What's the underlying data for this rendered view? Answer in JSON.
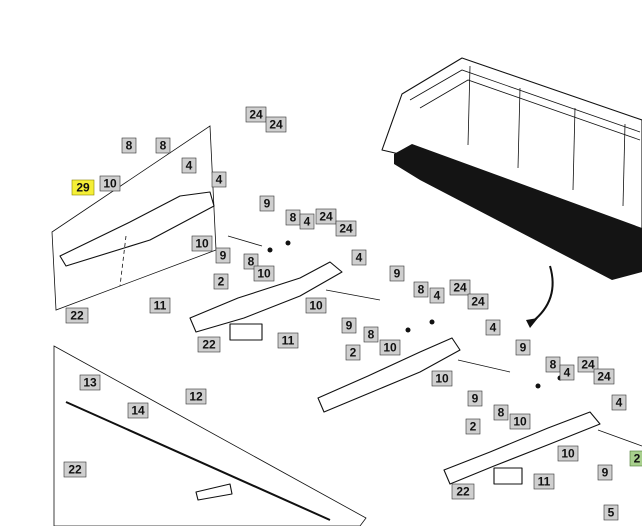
{
  "callouts": [
    {
      "id": "c29",
      "label": "29",
      "style": "hl"
    },
    {
      "id": "c8a",
      "label": "8"
    },
    {
      "id": "c8b",
      "label": "8"
    },
    {
      "id": "c10a",
      "label": "10"
    },
    {
      "id": "c4a",
      "label": "4"
    },
    {
      "id": "c4b",
      "label": "4"
    },
    {
      "id": "c24a",
      "label": "24"
    },
    {
      "id": "c24b",
      "label": "24"
    },
    {
      "id": "c9a",
      "label": "9"
    },
    {
      "id": "c10b",
      "label": "10"
    },
    {
      "id": "c9b",
      "label": "9"
    },
    {
      "id": "c8c",
      "label": "8"
    },
    {
      "id": "c4c",
      "label": "4"
    },
    {
      "id": "c24c",
      "label": "24"
    },
    {
      "id": "c24d",
      "label": "24"
    },
    {
      "id": "c8d",
      "label": "8"
    },
    {
      "id": "c10c",
      "label": "10"
    },
    {
      "id": "c4d",
      "label": "4"
    },
    {
      "id": "c9c",
      "label": "9"
    },
    {
      "id": "c2a",
      "label": "2"
    },
    {
      "id": "c10d",
      "label": "10"
    },
    {
      "id": "c9d",
      "label": "9"
    },
    {
      "id": "c11a",
      "label": "11"
    },
    {
      "id": "c22a",
      "label": "22"
    },
    {
      "id": "c22b",
      "label": "22"
    },
    {
      "id": "c11b",
      "label": "11"
    },
    {
      "id": "c8e",
      "label": "8"
    },
    {
      "id": "c4e",
      "label": "4"
    },
    {
      "id": "c24e",
      "label": "24"
    },
    {
      "id": "c24f",
      "label": "24"
    },
    {
      "id": "c8f",
      "label": "8"
    },
    {
      "id": "c10e",
      "label": "10"
    },
    {
      "id": "c4f",
      "label": "4"
    },
    {
      "id": "c9e",
      "label": "9"
    },
    {
      "id": "c2b",
      "label": "2"
    },
    {
      "id": "c10f",
      "label": "10"
    },
    {
      "id": "c9f",
      "label": "9"
    },
    {
      "id": "c8g",
      "label": "8"
    },
    {
      "id": "c4g",
      "label": "4"
    },
    {
      "id": "c24g",
      "label": "24"
    },
    {
      "id": "c24h",
      "label": "24"
    },
    {
      "id": "c8h",
      "label": "8"
    },
    {
      "id": "c10g",
      "label": "10"
    },
    {
      "id": "c4h",
      "label": "4"
    },
    {
      "id": "c2c",
      "label": "2"
    },
    {
      "id": "c10h",
      "label": "10"
    },
    {
      "id": "c9g",
      "label": "9"
    },
    {
      "id": "c22c",
      "label": "22"
    },
    {
      "id": "c11c",
      "label": "11"
    },
    {
      "id": "c13",
      "label": "13"
    },
    {
      "id": "c14",
      "label": "14"
    },
    {
      "id": "c12",
      "label": "12"
    },
    {
      "id": "c22d",
      "label": "22"
    },
    {
      "id": "c5",
      "label": "5"
    },
    {
      "id": "c2g",
      "label": "2",
      "style": "gr"
    }
  ]
}
